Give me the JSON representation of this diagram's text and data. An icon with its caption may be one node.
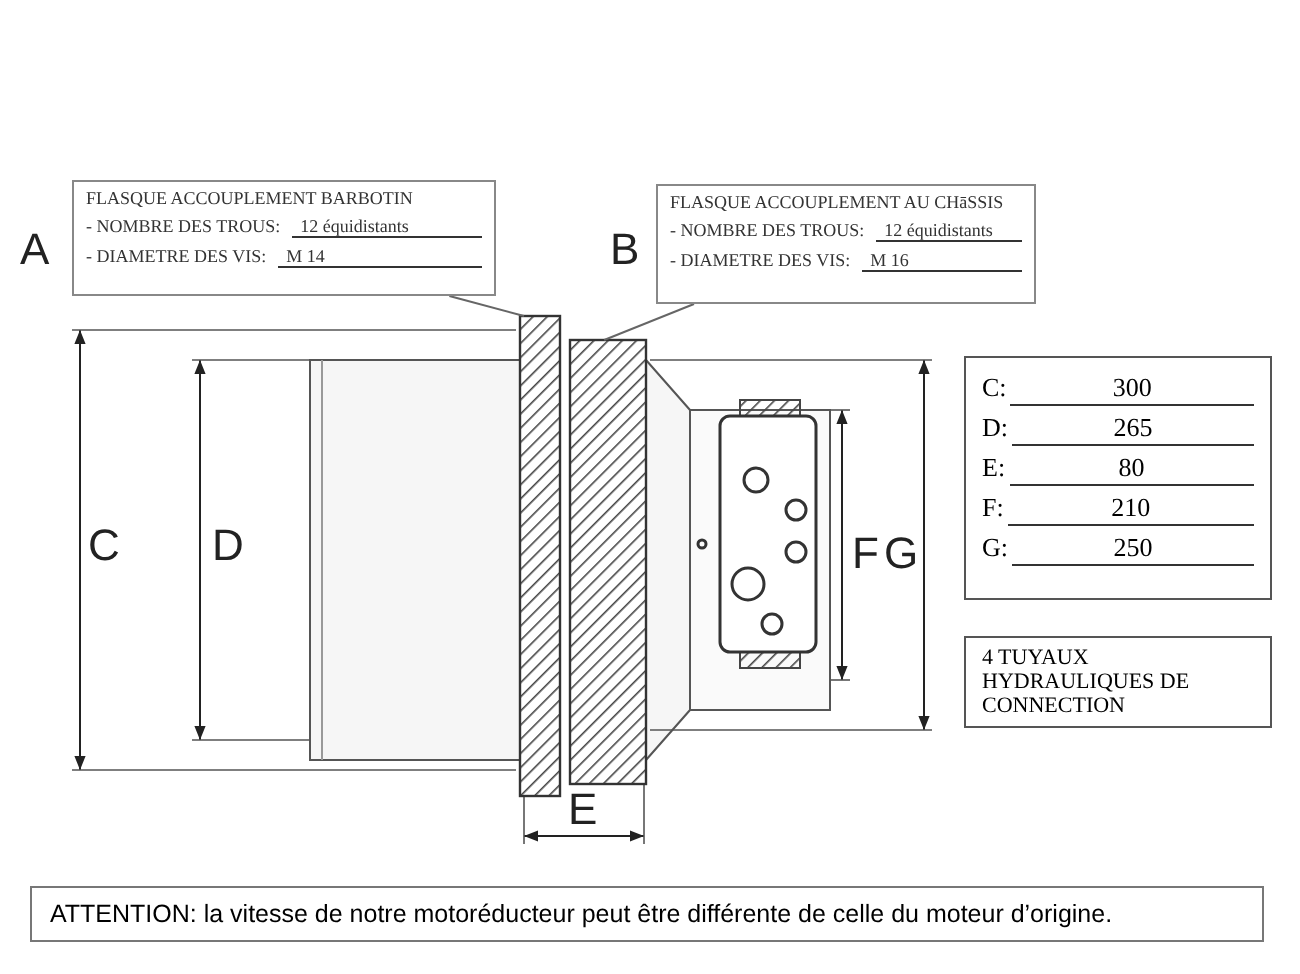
{
  "diagram": {
    "nodes": [
      {
        "text": [
          "FLASQUE ACCOUPLEMENT BARBOTIN",
          "- NOMBRE DES TROUS:",
          "12 équidistants",
          "- DIAMETRE DES VIS:",
          "M 14"
        ]
      },
      {
        "text": [
          "FLASQUE ACCOUPLEMENT AU CHāSSIS",
          "- NOMBRE DES TROUS:",
          "12 équidistants",
          "- DIAMETRE DES VIS:",
          "M 16"
        ]
      },
      {
        "text": [],
        "shape": "box"
      },
      {
        "text": [],
        "shape": "box"
      },
      {
        "text": [
          "C:",
          "300",
          "D:",
          "265",
          "E:",
          "80",
          "F:",
          "210",
          "G:",
          "250"
        ]
      },
      {
        "text": [
          "4 TUYAUX HYDRAULIQUES DE CONNECTION"
        ]
      },
      {
        "text": [
          "ATTENTION: la vitesse de notre motoréducteur peut être différente de celle du moteur d’origine."
        ]
      }
    ],
    "edges": [
      {
        "from": 0,
        "to": 2,
        "arrow": "none"
      },
      {
        "from": 1,
        "to": 3,
        "arrow": "none"
      }
    ],
    "labels": [
      "A",
      "B",
      "C",
      "D",
      "F",
      "G",
      "E"
    ]
  }
}
